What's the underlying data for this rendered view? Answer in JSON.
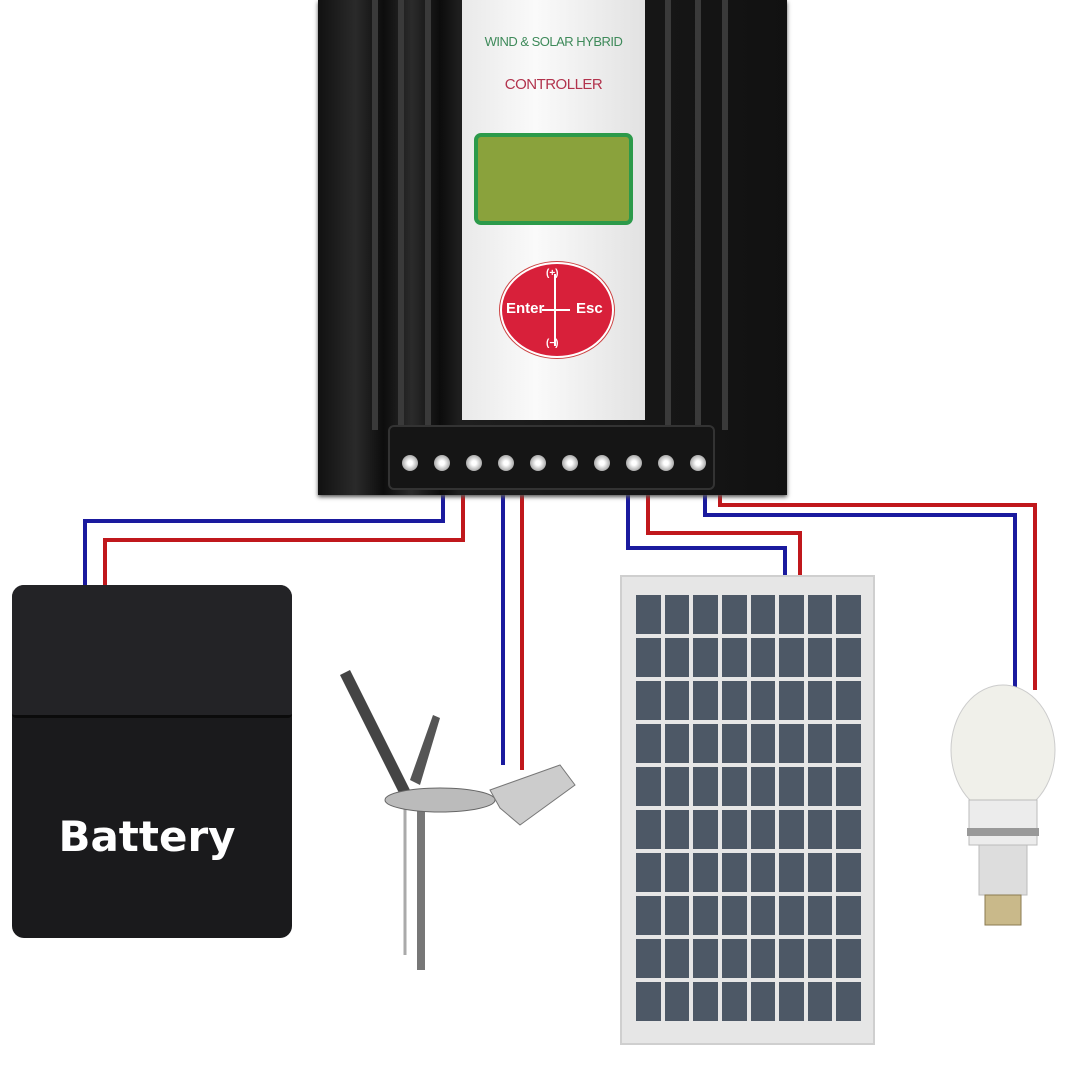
{
  "controller": {
    "title_line1": "WIND & SOLAR  HYBRID",
    "title_line2": "CONTROLLER",
    "keys": {
      "enter": "Enter",
      "esc": "Esc",
      "up": "(+)",
      "down": "(−)"
    },
    "terminal_count": 10
  },
  "components": {
    "battery_label": "Battery",
    "wind_turbine": "wind-turbine",
    "solar_panel": "solar-panel",
    "bulb": "light-bulb"
  },
  "colors": {
    "positive_wire": "#c0181c",
    "negative_wire": "#1a1a9e",
    "lcd": "#8aa23c",
    "keypad": "#d8203a"
  }
}
